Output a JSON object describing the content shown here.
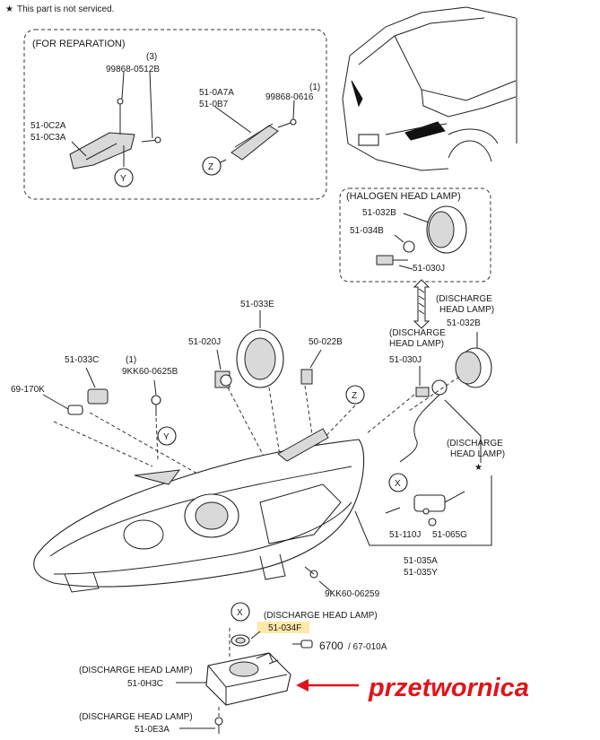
{
  "legend": {
    "star_symbol": "★",
    "note": "This part is not serviced."
  },
  "boxes": {
    "reparation": "(FOR REPARATION)",
    "halogen": "(HALOGEN HEAD LAMP)"
  },
  "refs": {
    "y": "Y",
    "z": "Z",
    "x": "X"
  },
  "labels": {
    "p99868_0512b": "99868-0512B",
    "q3": "(3)",
    "p51_0c2a": "51-0C2A",
    "p51_0c3a": "51-0C3A",
    "p51_0a7a": "51-0A7A",
    "p51_0b7": "51-0B7",
    "p99868_0616": "99868-0616",
    "q1a": "(1)",
    "p51_032b_hal": "51-032B",
    "p51_034b": "51-034B",
    "p51_030j_hal": "51-030J",
    "discharge_a_1": "(DISCHARGE",
    "discharge_a_2": "HEAD LAMP)",
    "p51_032b_dis": "51-032B",
    "p51_033e": "51-033E",
    "p51_020j": "51-020J",
    "p50_022b": "50-022B",
    "discharge_b_1": "(DISCHARGE",
    "discharge_b_2": "HEAD LAMP)",
    "p51_030j_dis": "51-030J",
    "p51_033c": "51-033C",
    "p9kk60_0625b": "9KK60-0625B",
    "q1b": "(1)",
    "p69_170k": "69-170K",
    "discharge_c_1": "(DISCHARGE",
    "discharge_c_2": "HEAD LAMP)",
    "p51_110j": "51-110J",
    "p51_065g": "51-065G",
    "p51_035a": "51-035A",
    "p51_035y": "51-035Y",
    "p9kk60_0625b_2": "9KK60-06259",
    "discharge_d": "(DISCHARGE HEAD LAMP)",
    "p51_034f": "51-034F",
    "p6700": "6700",
    "p67_010a": "/ 67-010A",
    "discharge_e": "(DISCHARGE HEAD LAMP)",
    "p51_0h3c": "51-0H3C",
    "discharge_f": "(DISCHARGE HEAD LAMP)",
    "p51_0e3a": "51-0E3A"
  },
  "callout": {
    "text": "przetwornica",
    "color": "#e0141a"
  },
  "highlight_color": "#ffe9a8",
  "icons": [
    "star-icon",
    "arrow-left-icon",
    "bulb-icon",
    "bolt-icon"
  ]
}
